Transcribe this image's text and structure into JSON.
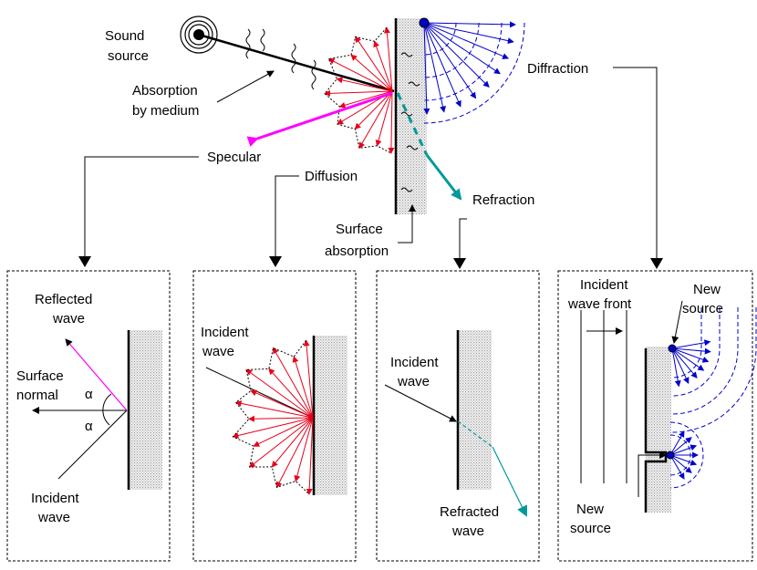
{
  "labels": {
    "sound_source_1": "Sound",
    "sound_source_2": "source",
    "absorption_1": "Absorption",
    "absorption_2": "by medium",
    "specular": "Specular",
    "diffusion": "Diffusion",
    "surface_absorption_1": "Surface",
    "surface_absorption_2": "absorption",
    "refraction": "Refraction",
    "diffraction": "Diffraction"
  },
  "panels": {
    "specular": {
      "reflected_1": "Reflected",
      "reflected_2": "wave",
      "normal_1": "Surface",
      "normal_2": "normal",
      "alpha_top": "α",
      "alpha_bottom": "α",
      "incident_1": "Incident",
      "incident_2": "wave"
    },
    "diffusion": {
      "incident_1": "Incident",
      "incident_2": "wave"
    },
    "refraction": {
      "incident_1": "Incident",
      "incident_2": "wave",
      "refracted_1": "Refracted",
      "refracted_2": "wave"
    },
    "diffraction": {
      "front_1": "Incident",
      "front_2": "wave front",
      "new_top_1": "New",
      "new_top_2": "source",
      "new_bottom_1": "New",
      "new_bottom_2": "source"
    }
  },
  "colors": {
    "reflection": "#e8001a",
    "diffraction": "#0000cc",
    "specular": "#ff00ff",
    "refraction": "#009999",
    "wall_fill": "#d9d9d9"
  }
}
